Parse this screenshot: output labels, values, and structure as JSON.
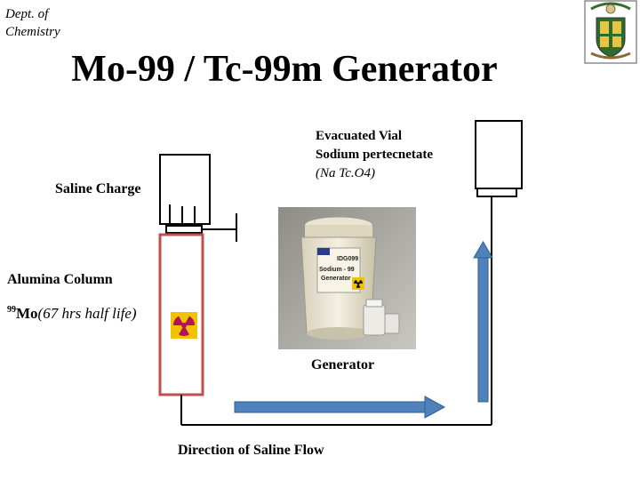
{
  "header": {
    "dept_line1": "Dept. of",
    "dept_line2": "Chemistry",
    "title": "Mo-99 / Tc-99m Generator"
  },
  "logo": {
    "name": "university-crest"
  },
  "labels": {
    "vial_line1": "Evacuated Vial",
    "vial_line2": "Sodium pertecnetate",
    "vial_line3": "(Na Tc.O4)",
    "saline_charge": "Saline Charge",
    "alumina_column": "Alumina Column",
    "mo_superscript": "99",
    "mo_symbol": "Mo",
    "mo_halflife": "(67 hrs half life)",
    "generator": "Generator",
    "flow_direction": "Direction of Saline Flow"
  },
  "photo": {
    "label_line1": "IDG099",
    "label_line2": "Sodium - 99",
    "label_line3": "Generator"
  },
  "colors": {
    "column_border": "#c0504d",
    "flow_arrow": "#4f81bd",
    "radiation_yellow": "#f2c200",
    "radiation_magenta": "#b0135a"
  }
}
